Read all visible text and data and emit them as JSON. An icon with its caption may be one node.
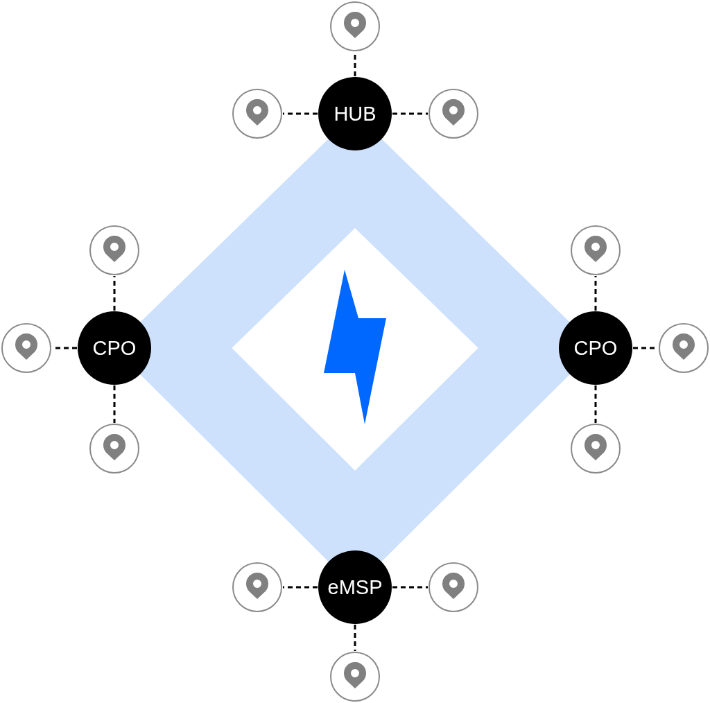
{
  "diagram": {
    "nodes": [
      {
        "text": [],
        "shape": "circle"
      },
      {
        "text": [],
        "shape": "circle"
      },
      {
        "text": [
          "HUB"
        ]
      },
      {
        "text": [],
        "shape": "circle"
      },
      {
        "text": [],
        "shape": "circle"
      },
      {
        "text": [],
        "shape": "circle"
      },
      {
        "text": [],
        "shape": "circle"
      },
      {
        "text": [
          "CPO"
        ]
      },
      {
        "text": [
          "CPO"
        ]
      },
      {
        "text": [],
        "shape": "circle"
      },
      {
        "text": [],
        "shape": "circle"
      },
      {
        "text": [],
        "shape": "circle"
      },
      {
        "text": [],
        "shape": "circle"
      },
      {
        "text": [
          "eMSP"
        ]
      },
      {
        "text": [],
        "shape": "circle"
      },
      {
        "text": [],
        "shape": "circle"
      }
    ],
    "edges": [
      {
        "from": 2,
        "to": 0,
        "arrow": "none",
        "style": "dashed"
      },
      {
        "from": 2,
        "to": 1,
        "arrow": "none",
        "style": "dashed"
      },
      {
        "from": 2,
        "to": 3,
        "arrow": "none",
        "style": "dashed"
      },
      {
        "from": 7,
        "to": 4,
        "arrow": "none",
        "style": "dashed"
      },
      {
        "from": 7,
        "to": 6,
        "arrow": "none",
        "style": "dashed"
      },
      {
        "from": 7,
        "to": 10,
        "arrow": "none",
        "style": "dashed"
      },
      {
        "from": 8,
        "to": 5,
        "arrow": "none",
        "style": "dashed"
      },
      {
        "from": 8,
        "to": 9,
        "arrow": "none",
        "style": "dashed"
      },
      {
        "from": 8,
        "to": 11,
        "arrow": "none",
        "style": "dashed"
      },
      {
        "from": 13,
        "to": 12,
        "arrow": "none",
        "style": "dashed"
      },
      {
        "from": 13,
        "to": 14,
        "arrow": "none",
        "style": "dashed"
      },
      {
        "from": 13,
        "to": 15,
        "arrow": "none",
        "style": "dashed"
      },
      {
        "from": 2,
        "to": 7,
        "arrow": "none",
        "style": "thick",
        "color": "#cde1fd"
      },
      {
        "from": 7,
        "to": 13,
        "arrow": "none",
        "style": "thick",
        "color": "#cde1fd"
      },
      {
        "from": 13,
        "to": 8,
        "arrow": "none",
        "style": "thick",
        "color": "#cde1fd"
      },
      {
        "from": 8,
        "to": 2,
        "arrow": "none",
        "style": "thick",
        "color": "#cde1fd"
      }
    ]
  }
}
